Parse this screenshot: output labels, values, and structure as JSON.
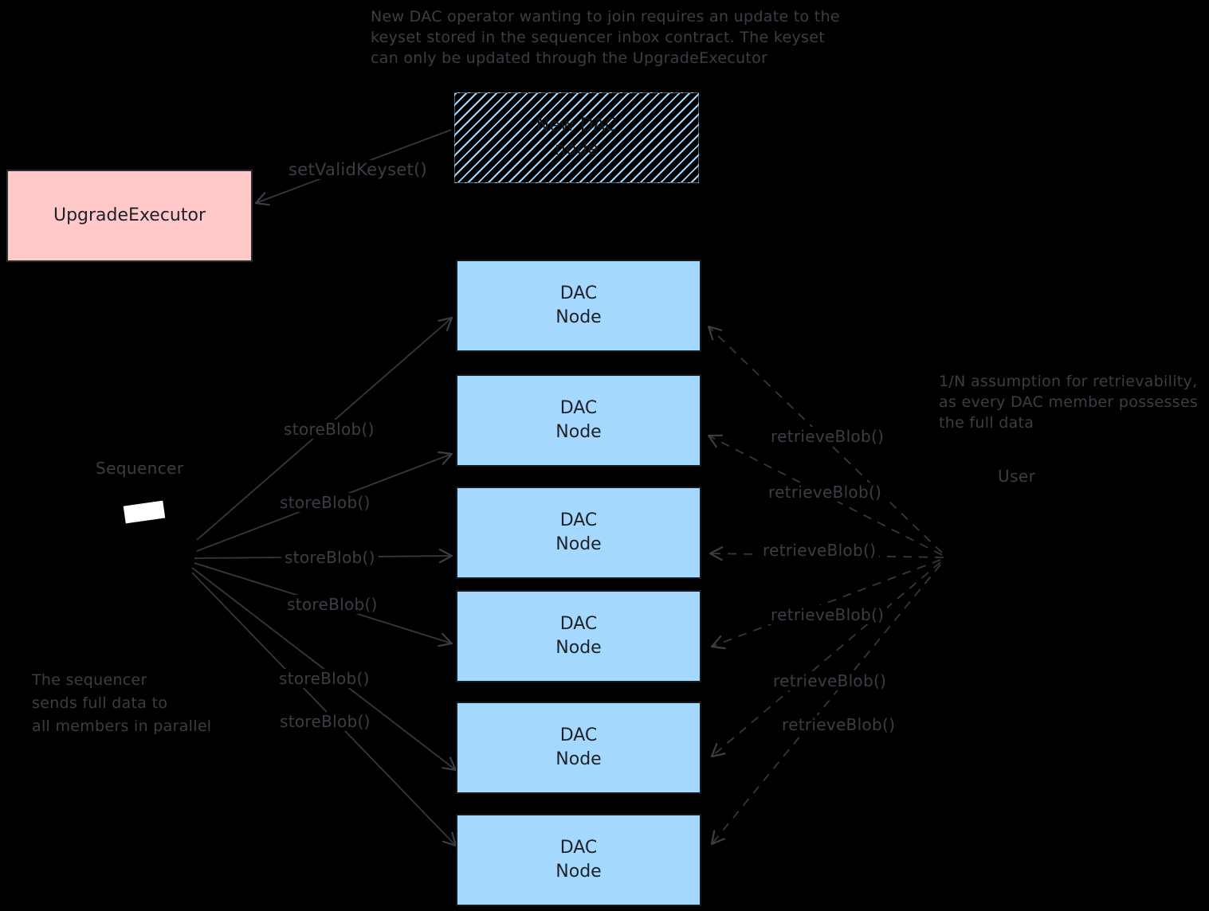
{
  "colors": {
    "background": "#000000",
    "ink": "#3a3f45",
    "dac_node_fill": "#a5d8ff",
    "upgrade_executor_fill": "#ffc9c9",
    "box_text": "#1e2226",
    "sequencer_screen": "#ffffff"
  },
  "notes": {
    "keyset_note": "New DAC operator wanting to join requires an update to the\nkeyset stored in the sequencer inbox contract. The keyset\ncan only be updated through the UpgradeExecutor",
    "retrievability_note": "1/N assumption for retrievability,\nas every DAC member possesses\nthe full data",
    "parallel_note": "The sequencer\nsends full data to\nall members in parallel"
  },
  "actors": {
    "sequencer": {
      "label": "Sequencer"
    },
    "user": {
      "label": "User"
    }
  },
  "boxes": {
    "upgrade_executor": {
      "label": "UpgradeExecutor"
    },
    "new_dac_node": {
      "label": "New DAC\nnode"
    },
    "dac_nodes": [
      {
        "label": "DAC\nNode"
      },
      {
        "label": "DAC\nNode"
      },
      {
        "label": "DAC\nNode"
      },
      {
        "label": "DAC\nNode"
      },
      {
        "label": "DAC\nNode"
      },
      {
        "label": "DAC\nNode"
      }
    ]
  },
  "edges": {
    "set_valid_keyset": {
      "label": "setValidKeyset()"
    },
    "store": [
      {
        "label": "storeBlob()"
      },
      {
        "label": "storeBlob()"
      },
      {
        "label": "storeBlob()"
      },
      {
        "label": "storeBlob()"
      },
      {
        "label": "storeBlob()"
      },
      {
        "label": "storeBlob()"
      }
    ],
    "retrieve": [
      {
        "label": "retrieveBlob()"
      },
      {
        "label": "retrieveBlob()"
      },
      {
        "label": "retrieveBlob()"
      },
      {
        "label": "retrieveBlob()"
      },
      {
        "label": "retrieveBlob()"
      },
      {
        "label": "retrieveBlob()"
      }
    ]
  }
}
